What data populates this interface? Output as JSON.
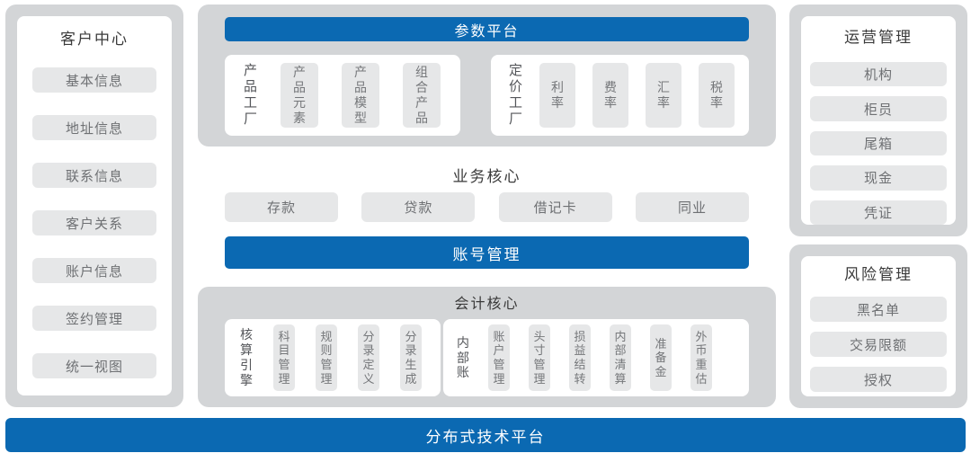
{
  "colors": {
    "accent_blue": "#0b69b2",
    "panel_gray": "#d3d5d7",
    "item_gray": "#e6e7e8"
  },
  "customer_center": {
    "title": "客户中心",
    "items": [
      "基本信息",
      "地址信息",
      "联系信息",
      "客户关系",
      "账户信息",
      "签约管理",
      "统一视图"
    ]
  },
  "param_platform": {
    "title": "参数平台",
    "groups": [
      {
        "label": "产品工厂",
        "items": [
          "产品元素",
          "产品模型",
          "组合产品"
        ]
      },
      {
        "label": "定价工厂",
        "items": [
          "利率",
          "费率",
          "汇率",
          "税率"
        ]
      }
    ]
  },
  "business_core": {
    "title": "业务核心",
    "items": [
      "存款",
      "贷款",
      "借记卡",
      "同业"
    ]
  },
  "account_mgmt": {
    "title": "账号管理"
  },
  "accounting_core": {
    "title": "会计核心",
    "groups": [
      {
        "label": "核算引擎",
        "items": [
          "科目管理",
          "规则管理",
          "分录定义",
          "分录生成"
        ]
      },
      {
        "label": "内部账",
        "items": [
          "账户管理",
          "头寸管理",
          "损益结转",
          "内部清算",
          "准备金",
          "外币重估"
        ]
      }
    ]
  },
  "operations": {
    "title": "运营管理",
    "items": [
      "机构",
      "柜员",
      "尾箱",
      "现金",
      "凭证"
    ]
  },
  "risk": {
    "title": "风险管理",
    "items": [
      "黑名单",
      "交易限额",
      "授权"
    ]
  },
  "tech_platform": {
    "title": "分布式技术平台"
  }
}
